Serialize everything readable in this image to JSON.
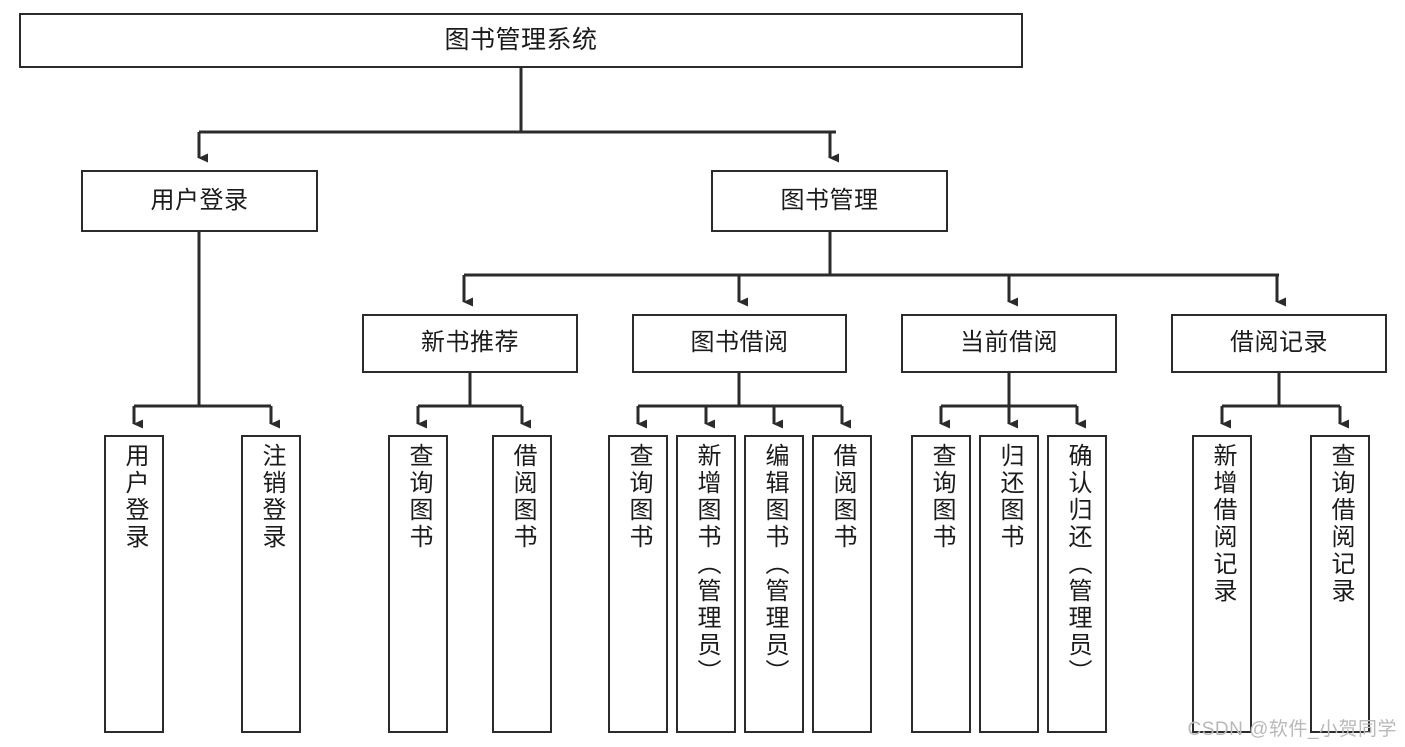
{
  "diagram": {
    "type": "tree",
    "title": "图书管理系统",
    "orientation": "top-down",
    "colors": {
      "box_border": "#2b2b2b",
      "box_fill": "#ffffff",
      "connector": "#2b2b2b",
      "text": "#1b1b1b",
      "watermark": "#b9b9b9",
      "background": "#ffffff"
    }
  },
  "root": {
    "label": "图书管理系统"
  },
  "level2": [
    {
      "label": "用户登录"
    },
    {
      "label": "图书管理"
    }
  ],
  "level3": [
    {
      "label": "新书推荐"
    },
    {
      "label": "图书借阅"
    },
    {
      "label": "当前借阅"
    },
    {
      "label": "借阅记录"
    }
  ],
  "leaves": {
    "user_login": [
      {
        "label": "用户登录"
      },
      {
        "label": "注销登录"
      }
    ],
    "new_book_recommend": [
      {
        "label": "查询图书"
      },
      {
        "label": "借阅图书"
      }
    ],
    "book_borrow": [
      {
        "label": "查询图书"
      },
      {
        "label": "新增图书（管理员）"
      },
      {
        "label": "编辑图书（管理员）"
      },
      {
        "label": "借阅图书"
      }
    ],
    "current_borrow": [
      {
        "label": "查询图书"
      },
      {
        "label": "归还图书"
      },
      {
        "label": "确认归还（管理员）"
      }
    ],
    "borrow_record": [
      {
        "label": "新增借阅记录"
      },
      {
        "label": "查询借阅记录"
      }
    ]
  },
  "watermark": {
    "text": "CSDN @软件_小贺同学"
  }
}
